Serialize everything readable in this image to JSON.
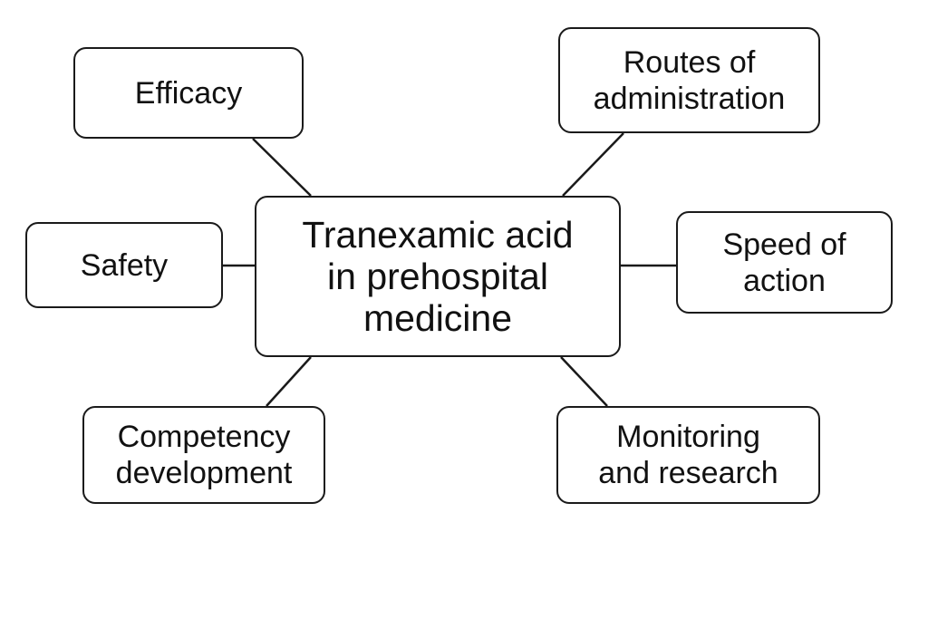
{
  "diagram": {
    "center": {
      "label": "Tranexamic acid\nin prehospital\nmedicine"
    },
    "nodes": {
      "efficacy": {
        "label": "Efficacy"
      },
      "routes": {
        "label": "Routes of\nadministration"
      },
      "safety": {
        "label": "Safety"
      },
      "speed": {
        "label": "Speed of\naction"
      },
      "competency": {
        "label": "Competency\ndevelopment"
      },
      "monitoring": {
        "label": "Monitoring\nand research"
      }
    }
  }
}
